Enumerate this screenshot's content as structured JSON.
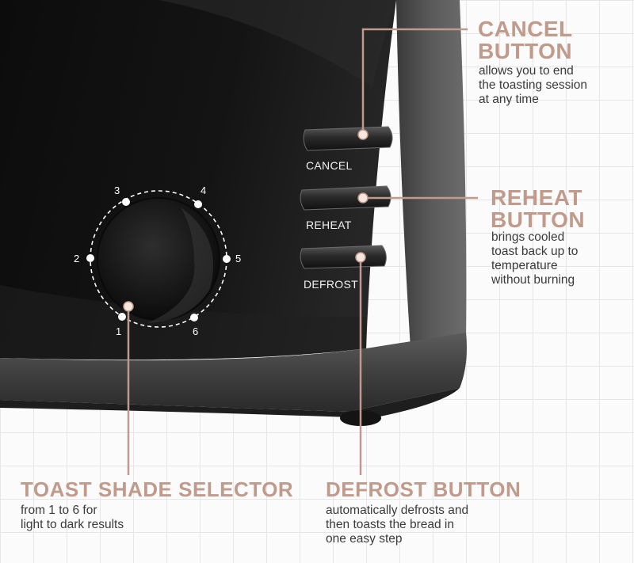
{
  "colors": {
    "accent": "#c09a8b",
    "body_text": "#3b3b3b",
    "toaster_body": "#1b1b1b"
  },
  "toaster": {
    "buttons": [
      {
        "label": "CANCEL"
      },
      {
        "label": "REHEAT"
      },
      {
        "label": "DEFROST"
      }
    ],
    "dial_numbers": [
      "1",
      "2",
      "3",
      "4",
      "5",
      "6"
    ]
  },
  "callouts": {
    "cancel": {
      "title_line1": "CANCEL",
      "title_line2": "BUTTON",
      "desc_lines": [
        "allows you to end",
        "the toasting session",
        "at any time"
      ]
    },
    "reheat": {
      "title_line1": "REHEAT",
      "title_line2": "BUTTON",
      "desc_lines": [
        "brings cooled",
        "toast back up to",
        "temperature",
        "without burning"
      ]
    },
    "shade": {
      "title": "TOAST SHADE SELECTOR",
      "desc_lines": [
        "from 1 to 6 for",
        "light to dark results"
      ]
    },
    "defrost": {
      "title": "DEFROST BUTTON",
      "desc_lines": [
        "automatically defrosts and",
        "then toasts the bread in",
        "one easy step"
      ]
    }
  }
}
